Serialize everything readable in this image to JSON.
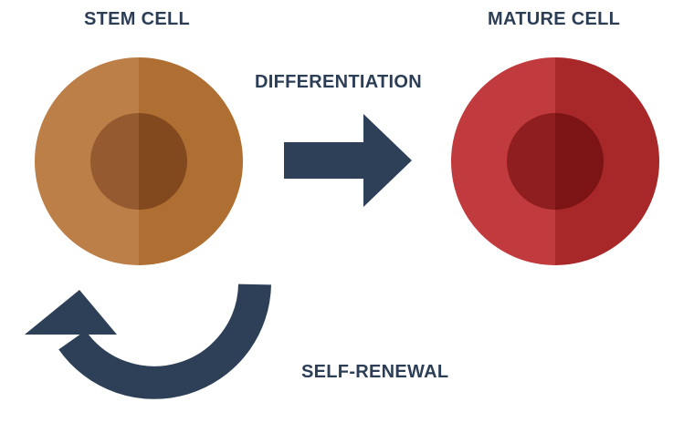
{
  "labels": {
    "stem_cell": "STEM CELL",
    "mature_cell": "MATURE CELL",
    "differentiation": "DIFFERENTIATION",
    "self_renewal": "SELF-RENEWAL"
  },
  "colors": {
    "text": "#2c3e56",
    "arrow": "#2e4057",
    "stem_outer_left": "#bd7f48",
    "stem_outer_right": "#b06f32",
    "stem_nucleus_left": "#955a30",
    "stem_nucleus_right": "#82481e",
    "mature_outer_left": "#c13a3d",
    "mature_outer_right": "#a8282a",
    "mature_nucleus_left": "#8e1e1f",
    "mature_nucleus_right": "#7c1314"
  },
  "icons": {
    "stem_cell": "stem-cell-circle",
    "mature_cell": "mature-cell-circle",
    "differentiation_arrow": "right-arrow",
    "renewal_arrow": "circular-arrow"
  }
}
